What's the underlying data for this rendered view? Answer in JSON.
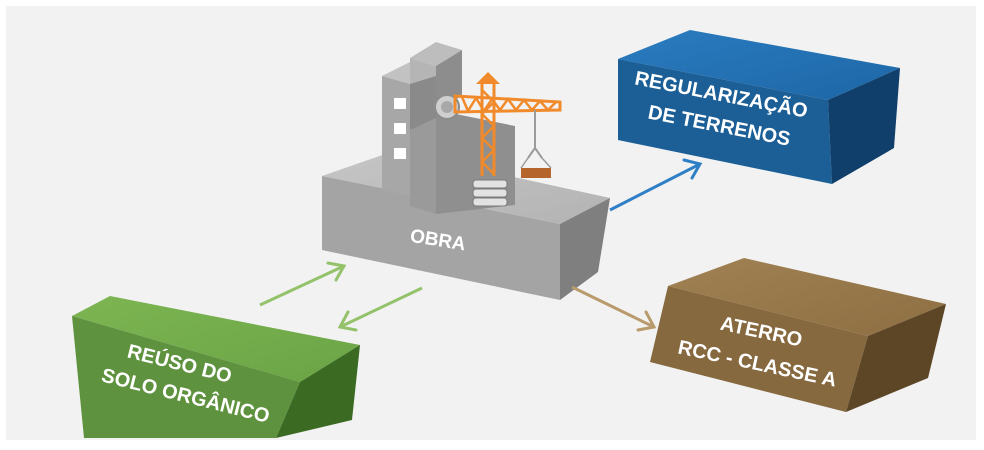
{
  "nodes": {
    "obra": {
      "label": "OBRA"
    },
    "regularizacao": {
      "line1": "REGULARIZAÇÃO",
      "line2": "DE TERRENOS"
    },
    "aterro": {
      "line1": "ATERRO",
      "line2": "RCC - CLASSE A"
    },
    "reuso": {
      "line1": "REÚSO DO",
      "line2": "SOLO ORGÂNICO"
    }
  },
  "colors": {
    "background": "#f2f2f2",
    "obra_gray": "#9d9d9d",
    "regularizacao_blue": "#1b5f96",
    "aterro_brown": "#86693f",
    "reuso_green": "#5f923e",
    "arrow_blue": "#2f7fc6",
    "arrow_brown": "#b99a6c",
    "arrow_green": "#93c26a",
    "crane_orange": "#f08a2b"
  },
  "icons": {
    "building": "building-icon",
    "crane": "construction-crane-icon"
  }
}
